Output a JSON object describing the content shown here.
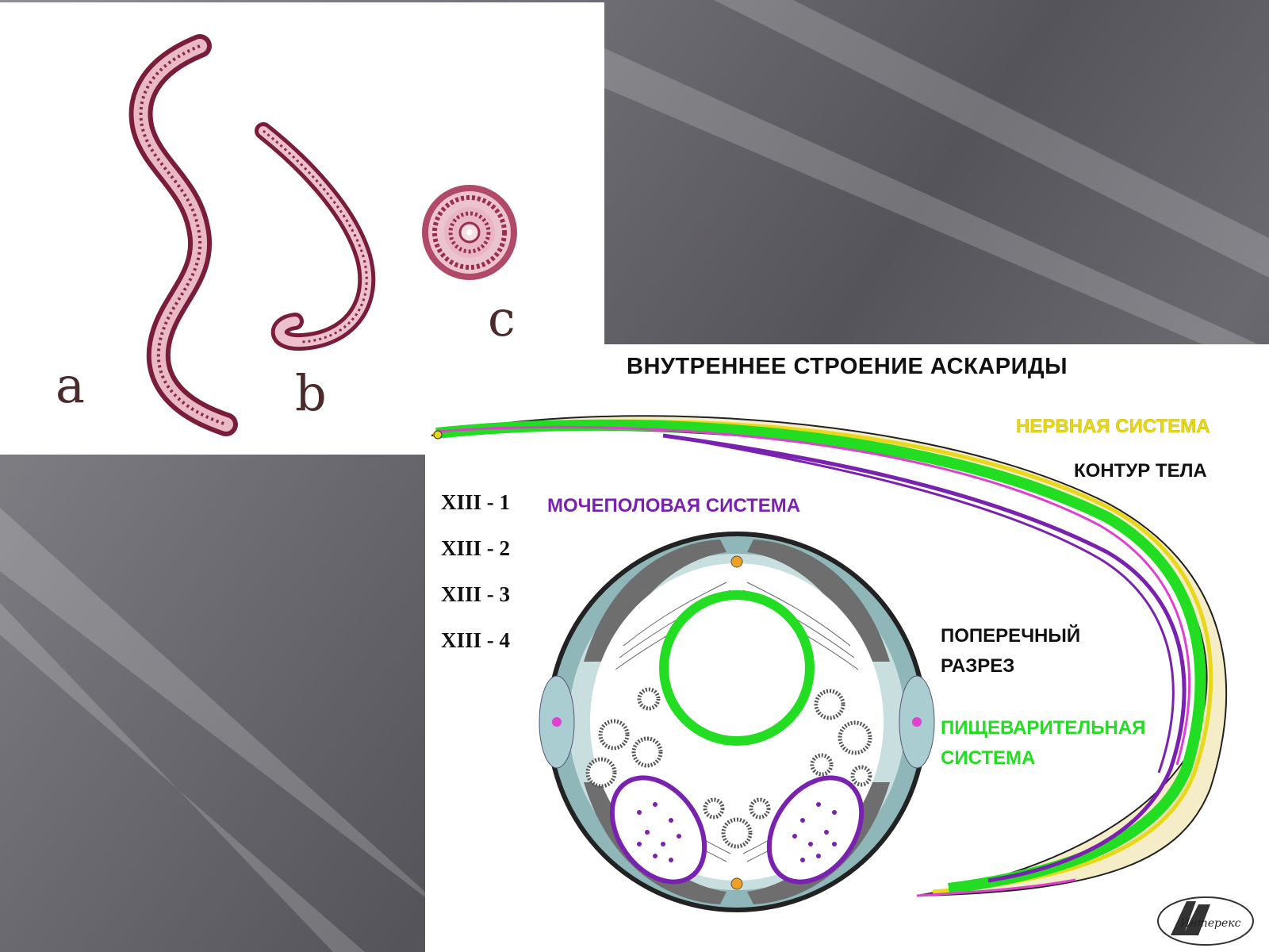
{
  "worm_figure": {
    "labels": [
      "a",
      "b",
      "c"
    ]
  },
  "diagram": {
    "title": "ВНУТРЕННЕЕ СТРОЕНИЕ АСКАРИДЫ",
    "side_labels": [
      "XIII - 1",
      "XIII - 2",
      "XIII - 3",
      "XIII - 4"
    ],
    "legend": {
      "nervous": "НЕРВНАЯ СИСТЕМА",
      "body_contour": "КОНТУР ТЕЛА",
      "urogenital": "МОЧЕПОЛОВАЯ СИСТЕМА",
      "cross_section_line1": "ПОПЕРЕЧНЫЙ",
      "cross_section_line2": "РАЗРЕЗ",
      "digestive_line1": "ПИЩЕВАРИТЕЛЬНАЯ",
      "digestive_line2": "СИСТЕМА"
    },
    "colors": {
      "nervous": "#e8d81a",
      "body_contour": "#111111",
      "urogenital": "#7a22b0",
      "digestive": "#22dd22",
      "lateral_canal": "#e040d0",
      "nerve_cord": "#f0a020"
    },
    "logo": "Интерекс"
  }
}
